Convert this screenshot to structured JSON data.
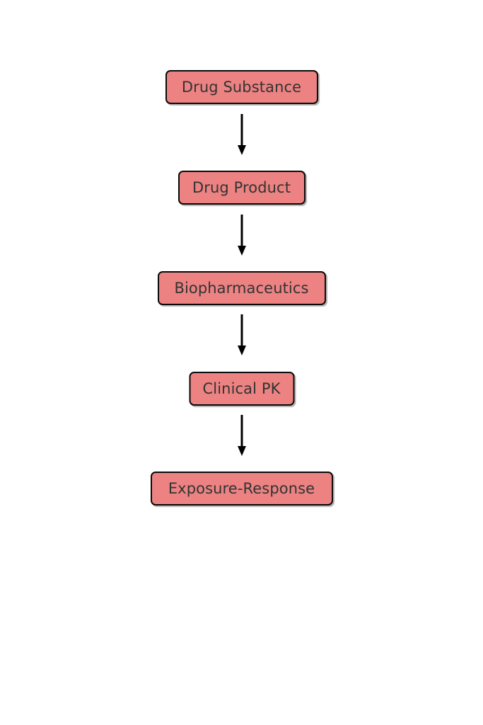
{
  "diagram": {
    "type": "flowchart",
    "orientation": "top-to-bottom",
    "background_color": "#ffffff",
    "node_fill_color": "#ec8282",
    "node_border_color": "#0a0a0a",
    "node_text_color": "#333333",
    "arrow_color": "#000000",
    "nodes": [
      {
        "id": "drug-substance",
        "label": "Drug Substance"
      },
      {
        "id": "drug-product",
        "label": "Drug Product"
      },
      {
        "id": "biopharmaceutics",
        "label": "Biopharmaceutics"
      },
      {
        "id": "clinical-pk",
        "label": "Clinical PK"
      },
      {
        "id": "exposure-response",
        "label": "Exposure-Response"
      }
    ],
    "edges": [
      {
        "from": "drug-substance",
        "to": "drug-product",
        "label": ""
      },
      {
        "from": "drug-product",
        "to": "biopharmaceutics",
        "label": ""
      },
      {
        "from": "biopharmaceutics",
        "to": "clinical-pk",
        "label": ""
      },
      {
        "from": "clinical-pk",
        "to": "exposure-response",
        "label": ""
      }
    ]
  }
}
